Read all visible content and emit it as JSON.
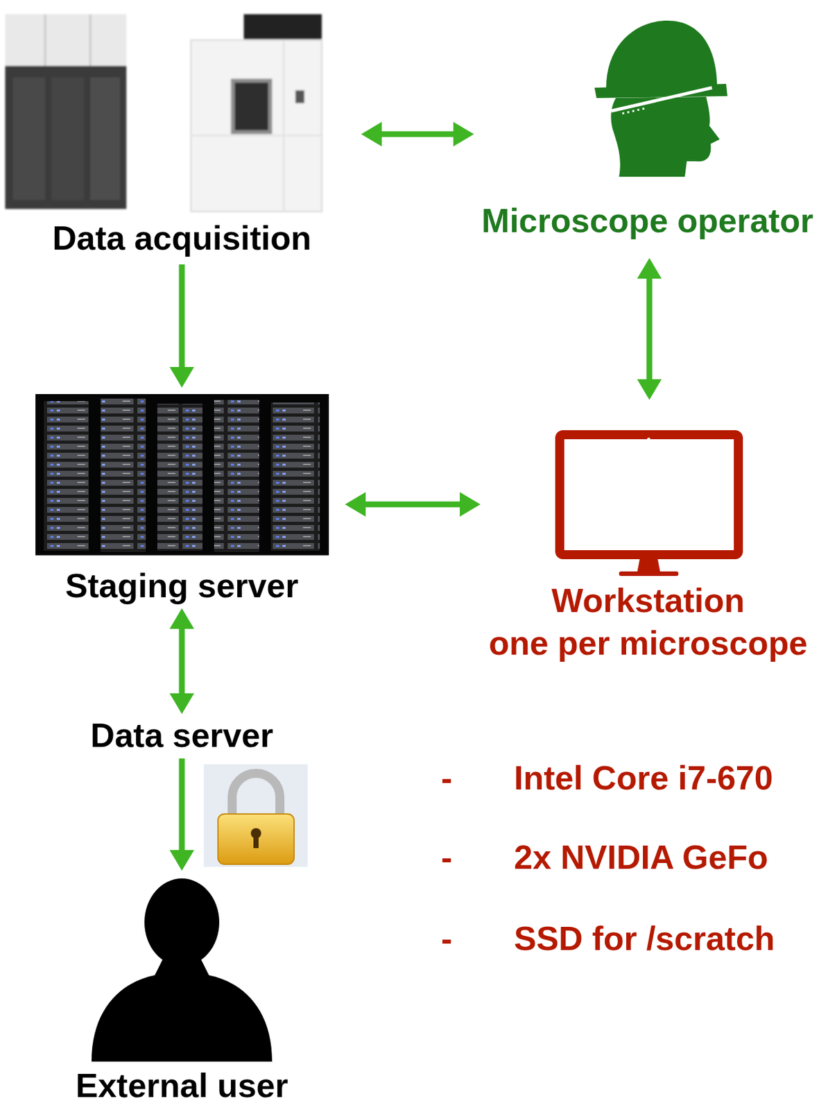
{
  "diagram": {
    "nodes": [
      {
        "text": [
          "Data acquisition"
        ]
      },
      {
        "text": [
          "Microscope operator"
        ]
      },
      {
        "text": [
          "Staging server"
        ]
      },
      {
        "text": [
          "Workstation",
          "one per microscope"
        ]
      },
      {
        "text": [
          "Data server"
        ]
      },
      {
        "text": [
          "External user"
        ]
      }
    ],
    "edges": [
      {
        "from": 0,
        "to": 2,
        "arrow": "to"
      },
      {
        "from": 0,
        "to": 1,
        "arrow": "both"
      },
      {
        "from": 1,
        "to": 3,
        "arrow": "both"
      },
      {
        "from": 2,
        "to": 3,
        "arrow": "both"
      },
      {
        "from": 2,
        "to": 4,
        "arrow": "both"
      },
      {
        "from": 4,
        "to": 5,
        "arrow": "to"
      }
    ],
    "labels": [
      "-",
      "Intel Core i7-670",
      "-",
      "2x NVIDIA GeFo",
      "-",
      "SSD for /scratch"
    ]
  }
}
